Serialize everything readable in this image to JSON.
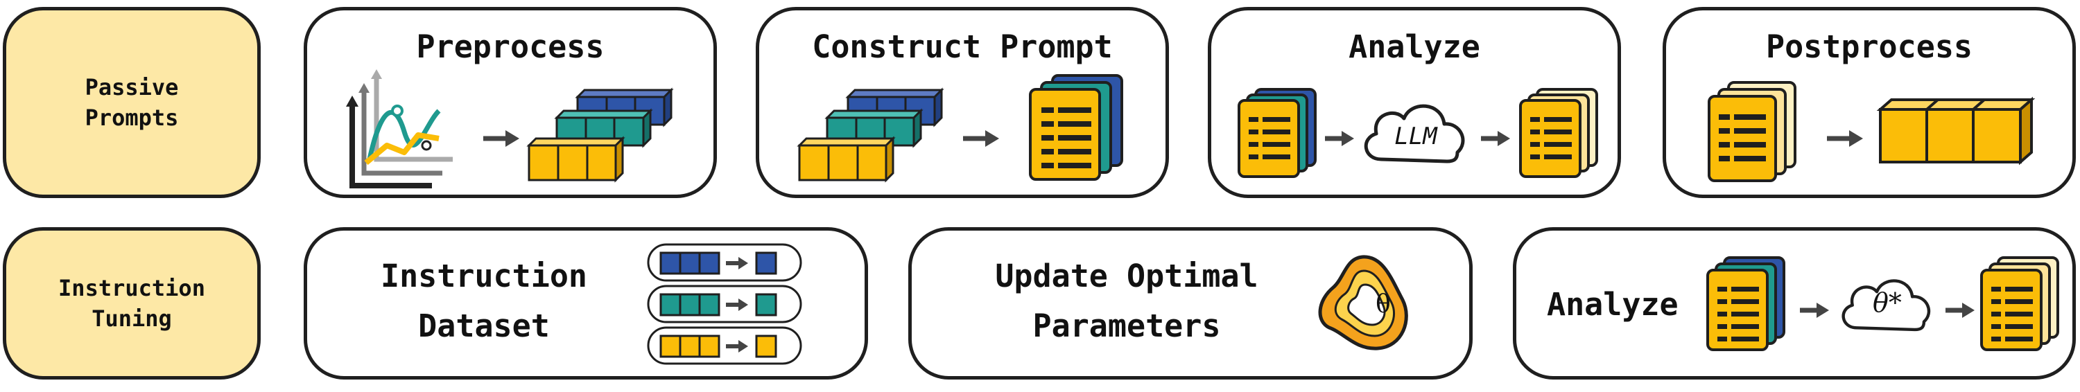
{
  "rows": [
    {
      "label_line1": "Passive",
      "label_line2": "Prompts"
    },
    {
      "label_line1": "Instruction",
      "label_line2": "Tuning"
    }
  ],
  "passive": {
    "preprocess": "Preprocess",
    "construct": "Construct Prompt",
    "analyze": "Analyze",
    "postprocess": "Postprocess",
    "llm": "LLM"
  },
  "tuning": {
    "dataset_line1": "Instruction",
    "dataset_line2": "Dataset",
    "update_line1": "Update Optimal",
    "update_line2": "Parameters",
    "theta": "θ",
    "analyze": "Analyze",
    "theta_star": "θ*"
  },
  "colors": {
    "label_bg": "#fde8a6",
    "cube_yellow": "#fbbd08",
    "cube_teal": "#1f9a8f",
    "cube_blue": "#2e55a8",
    "outline": "#1f1f1f",
    "arrow": "#444444"
  }
}
